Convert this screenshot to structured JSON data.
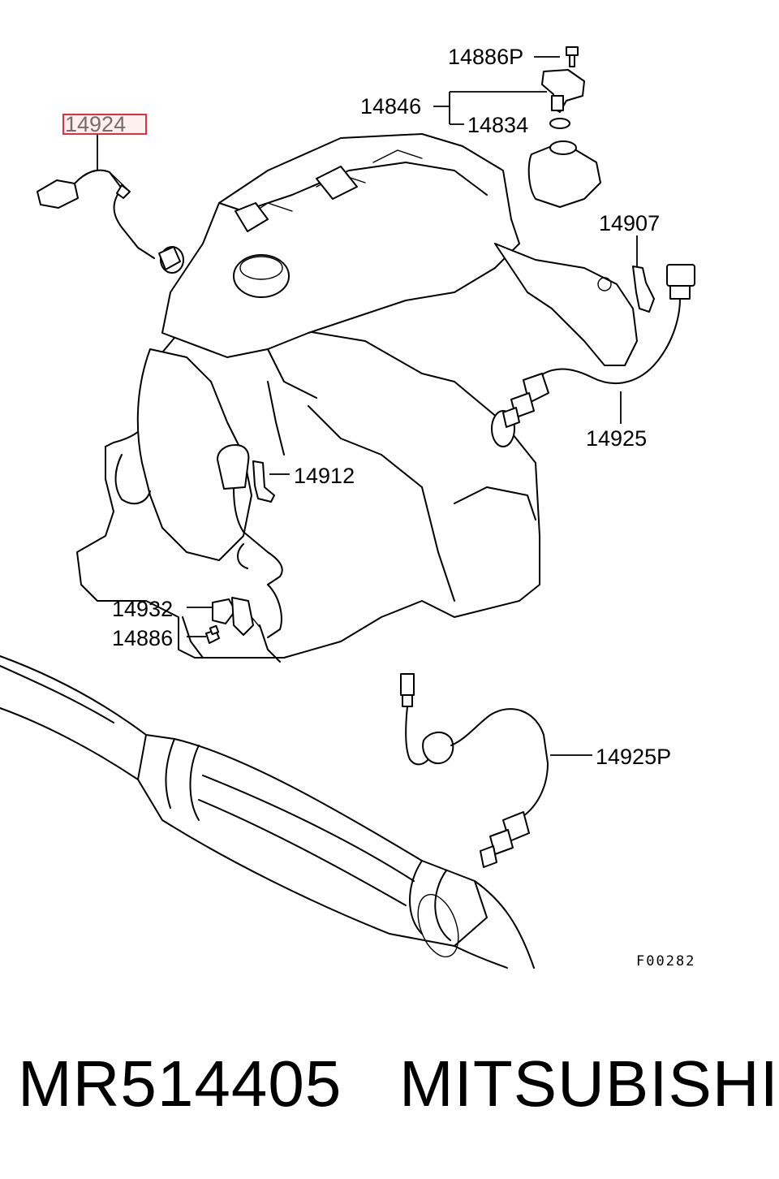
{
  "diagram": {
    "callouts": {
      "c14886P": "14886P",
      "c14846": "14846",
      "c14834": "14834",
      "c14924": "14924",
      "c14907": "14907",
      "c14925": "14925",
      "c14912": "14912",
      "c14932": "14932",
      "c14886": "14886",
      "c14925P": "14925P"
    },
    "highlighted_callout": "14924",
    "highlight_color": "#e03040",
    "figure_code": "F00282"
  },
  "caption": {
    "part_number": "MR514405",
    "brand": "MITSUBISHI"
  }
}
